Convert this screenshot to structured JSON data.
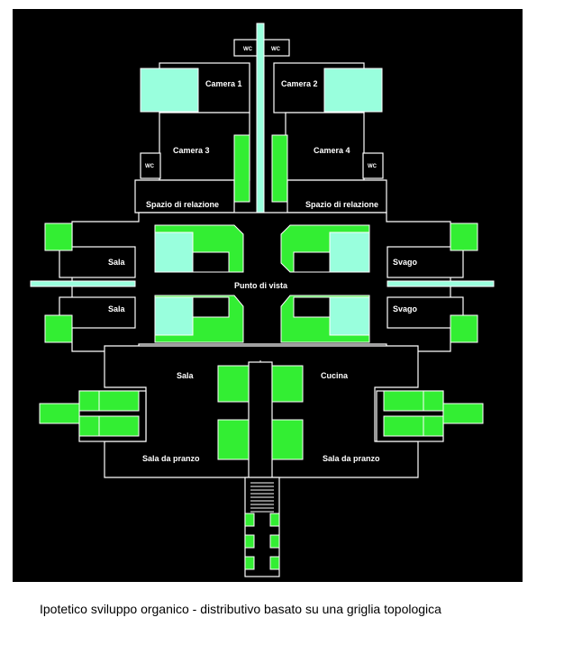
{
  "plan": {
    "rooms": {
      "camera_1": "Camera 1",
      "camera_2": "Camera 2",
      "camera_3": "Camera 3",
      "camera_4": "Camera 4",
      "wc": "WC",
      "spazio_di_relazione": "Spazio di relazione",
      "sala": "Sala",
      "svago": "Svago",
      "punto_di_vista": "Punto di vista",
      "cucina": "Cucina",
      "sala_da_pranzo": "Sala da pranzo"
    },
    "colors": {
      "background": "#000000",
      "outline": "#ffffff",
      "green_fill": "#33ee33",
      "cyan_fill": "#99ffdd"
    }
  },
  "caption": "Ipotetico sviluppo organico - distributivo basato su una griglia topologica"
}
